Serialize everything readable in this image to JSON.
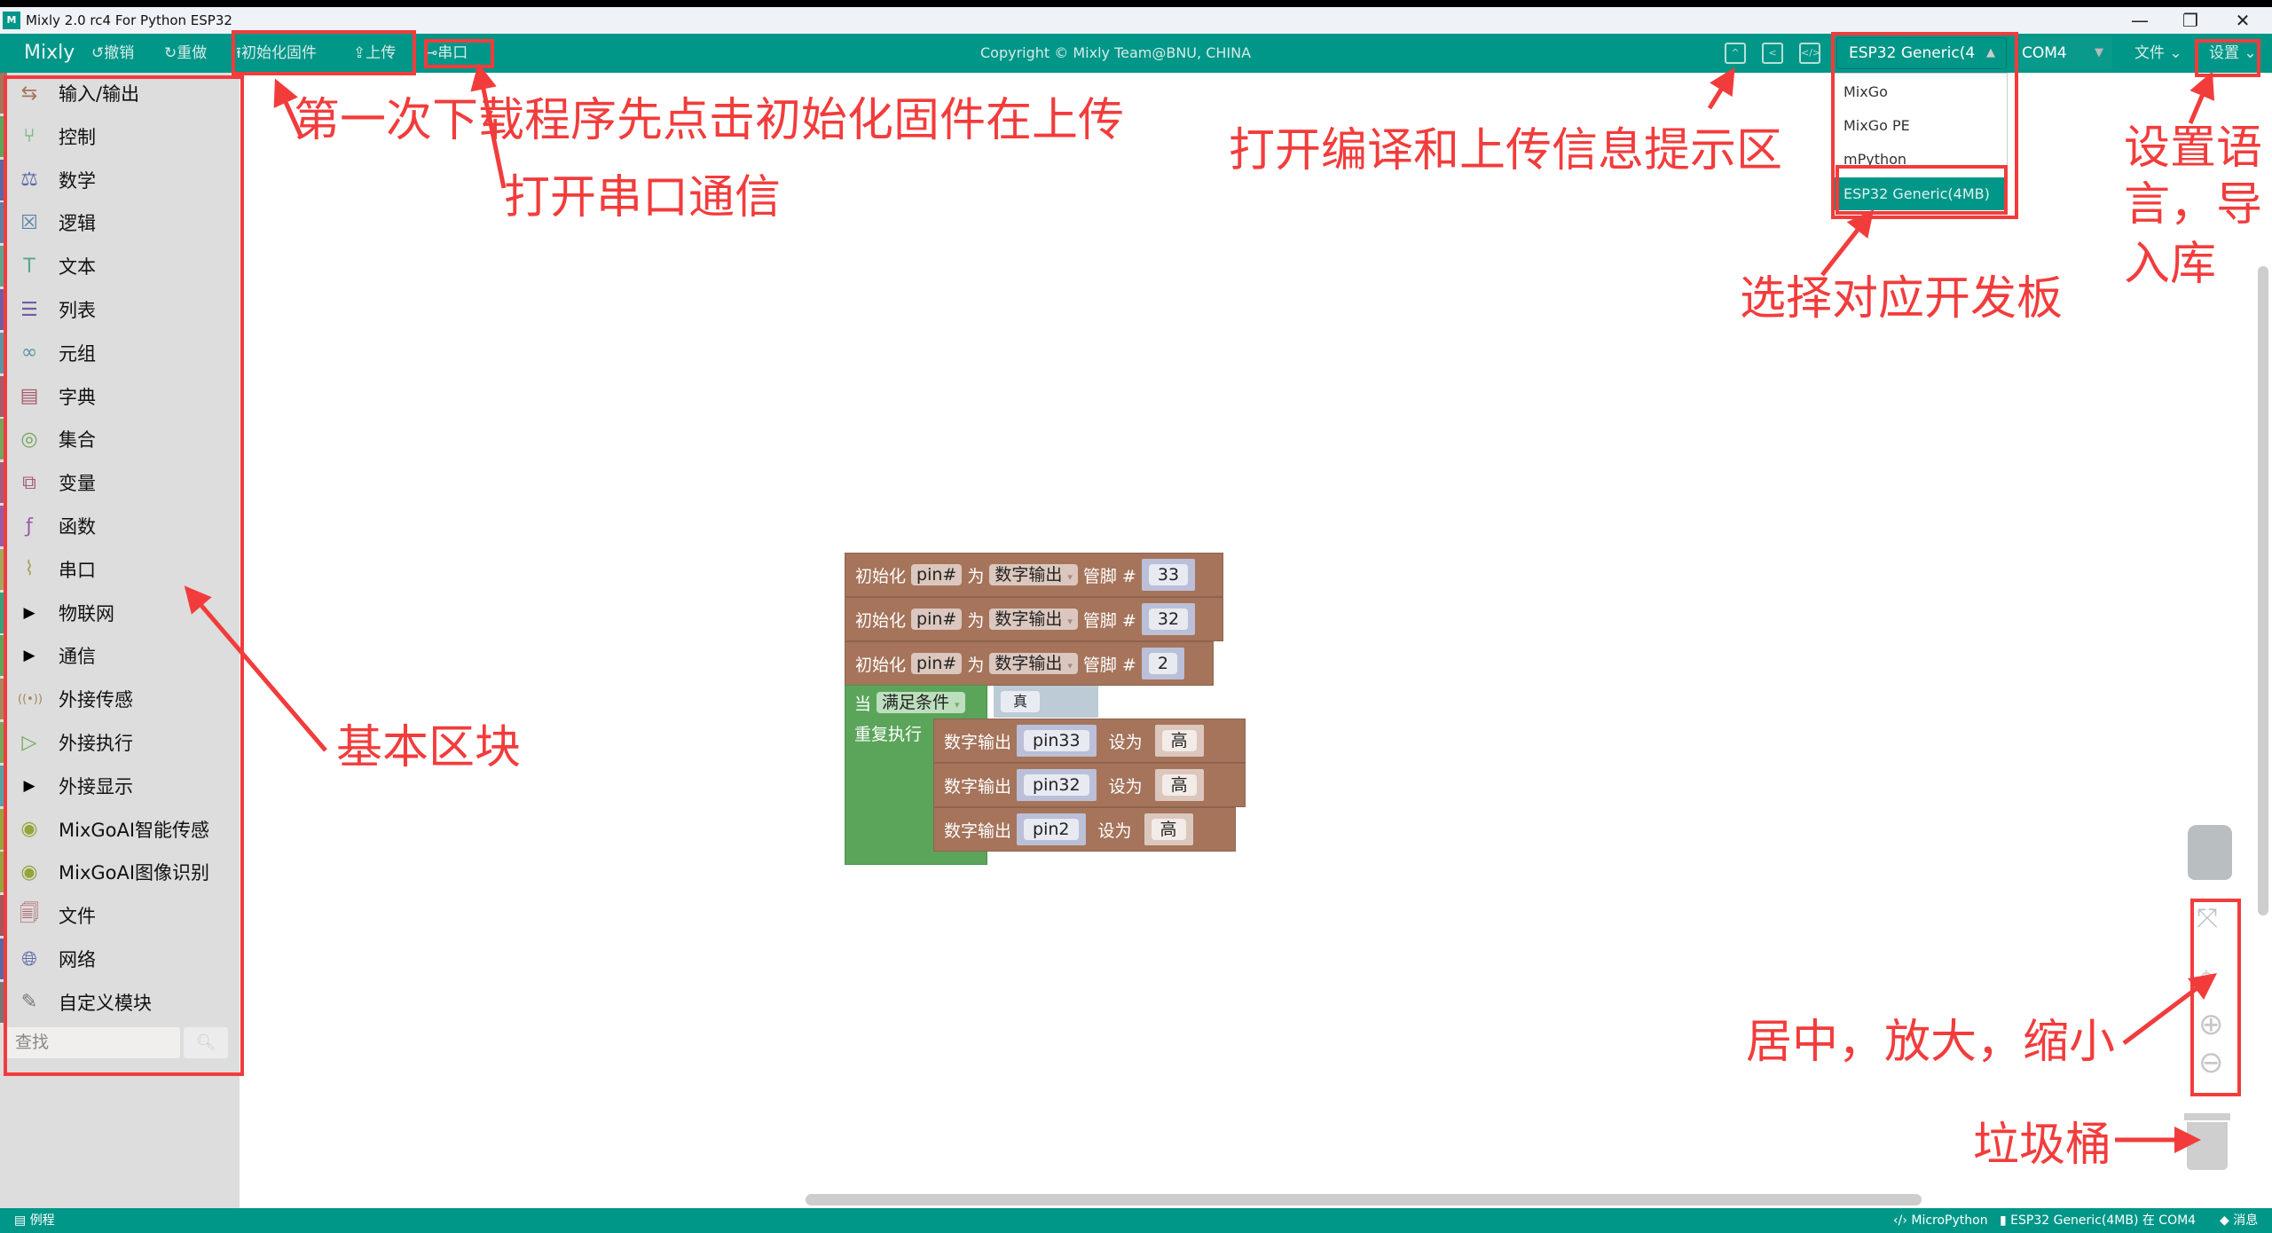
{
  "window": {
    "title": "Mixly 2.0 rc4 For Python ESP32",
    "minimize": "—",
    "restore": "❐",
    "close": "✕"
  },
  "toolbar": {
    "brand": "Mixly",
    "undo": "撤销",
    "redo": "重做",
    "init_firmware": "初始化固件",
    "upload": "上传",
    "serial": "串口",
    "copyright": "Copyright © Mixly Team@BNU, CHINA",
    "board": "ESP32 Generic(4",
    "port": "COM4",
    "file_menu": "文件",
    "settings_menu": "设置"
  },
  "board_dropdown": {
    "options": [
      "MixGo",
      "MixGo PE",
      "mPython",
      "ESP32 Generic(4MB)"
    ],
    "selected": "ESP32 Generic(4MB)"
  },
  "sidebar": {
    "items": [
      {
        "label": "输入/输出",
        "icon": "input-output-icon",
        "color": "#a5745b"
      },
      {
        "label": "控制",
        "icon": "control-icon",
        "color": "#5ba55b"
      },
      {
        "label": "数学",
        "icon": "math-icon",
        "color": "#5b67a5"
      },
      {
        "label": "逻辑",
        "icon": "logic-icon",
        "color": "#5b80a5"
      },
      {
        "label": "文本",
        "icon": "text-icon",
        "color": "#5ba58c"
      },
      {
        "label": "列表",
        "icon": "list-icon",
        "color": "#745ba5"
      },
      {
        "label": "元组",
        "icon": "tuple-icon",
        "color": "#5b95a5"
      },
      {
        "label": "字典",
        "icon": "dict-icon",
        "color": "#a55b6b"
      },
      {
        "label": "集合",
        "icon": "set-icon",
        "color": "#74a55b"
      },
      {
        "label": "变量",
        "icon": "variable-icon",
        "color": "#a55b80"
      },
      {
        "label": "函数",
        "icon": "function-icon",
        "color": "#995ba5"
      },
      {
        "label": "串口",
        "icon": "serial-icon",
        "color": "#a5a55b"
      },
      {
        "label": "物联网",
        "icon": "expand-arrow-icon",
        "color": "#2fa57a"
      },
      {
        "label": "通信",
        "icon": "expand-arrow-icon",
        "color": "#5ba55b"
      },
      {
        "label": "外接传感",
        "icon": "sensor-icon",
        "color": "#a5875b"
      },
      {
        "label": "外接执行",
        "icon": "actuator-icon",
        "color": "#74a55b"
      },
      {
        "label": "外接显示",
        "icon": "expand-arrow-icon",
        "color": "#4fa5a5"
      },
      {
        "label": "MixGoAI智能传感",
        "icon": "eye-icon",
        "color": "#94a53d"
      },
      {
        "label": "MixGoAI图像识别",
        "icon": "eye-icon",
        "color": "#94a53d"
      },
      {
        "label": "文件",
        "icon": "file-icon",
        "color": "#a5545b"
      },
      {
        "label": "网络",
        "icon": "globe-icon",
        "color": "#5b67a5"
      },
      {
        "label": "自定义模块",
        "icon": "custom-module-icon",
        "color": "#777777"
      }
    ],
    "search_placeholder": "查找"
  },
  "blocks": {
    "init": [
      {
        "kw": "初始化",
        "var": "pin#",
        "as": "为",
        "mode": "数字输出",
        "pin_label": "管脚 #",
        "pin": "33"
      },
      {
        "kw": "初始化",
        "var": "pin#",
        "as": "为",
        "mode": "数字输出",
        "pin_label": "管脚 #",
        "pin": "32"
      },
      {
        "kw": "初始化",
        "var": "pin#",
        "as": "为",
        "mode": "数字输出",
        "pin_label": "管脚 #",
        "pin": "2"
      }
    ],
    "loop": {
      "when": "当",
      "cond": "满足条件",
      "value": "真",
      "repeat": "重复执行"
    },
    "outputs": [
      {
        "kw": "数字输出",
        "pin": "pin33",
        "set": "设为",
        "value": "高"
      },
      {
        "kw": "数字输出",
        "pin": "pin32",
        "set": "设为",
        "value": "高"
      },
      {
        "kw": "数字输出",
        "pin": "pin2",
        "set": "设为",
        "value": "高"
      }
    ]
  },
  "statusbar": {
    "examples": "例程",
    "language": "MicroPython",
    "board_port": "ESP32 Generic(4MB) 在 COM4",
    "messages": "消息"
  },
  "annotations": {
    "init_upload": "第一次下载程序先点击初始化固件在上传",
    "serial": "打开串口通信",
    "info_area": "打开编译和上传信息提示区",
    "board": "选择对应开发板",
    "settings": [
      "设置语",
      "言，导",
      "入库"
    ],
    "basic_blocks": "基本区块",
    "zoom": "居中，放大，缩小",
    "trash": "垃圾桶"
  },
  "colors": {
    "primary": "#009688",
    "annotation": "#f23c3c",
    "io_block": "#a5745b",
    "control_block": "#5ba55b"
  }
}
